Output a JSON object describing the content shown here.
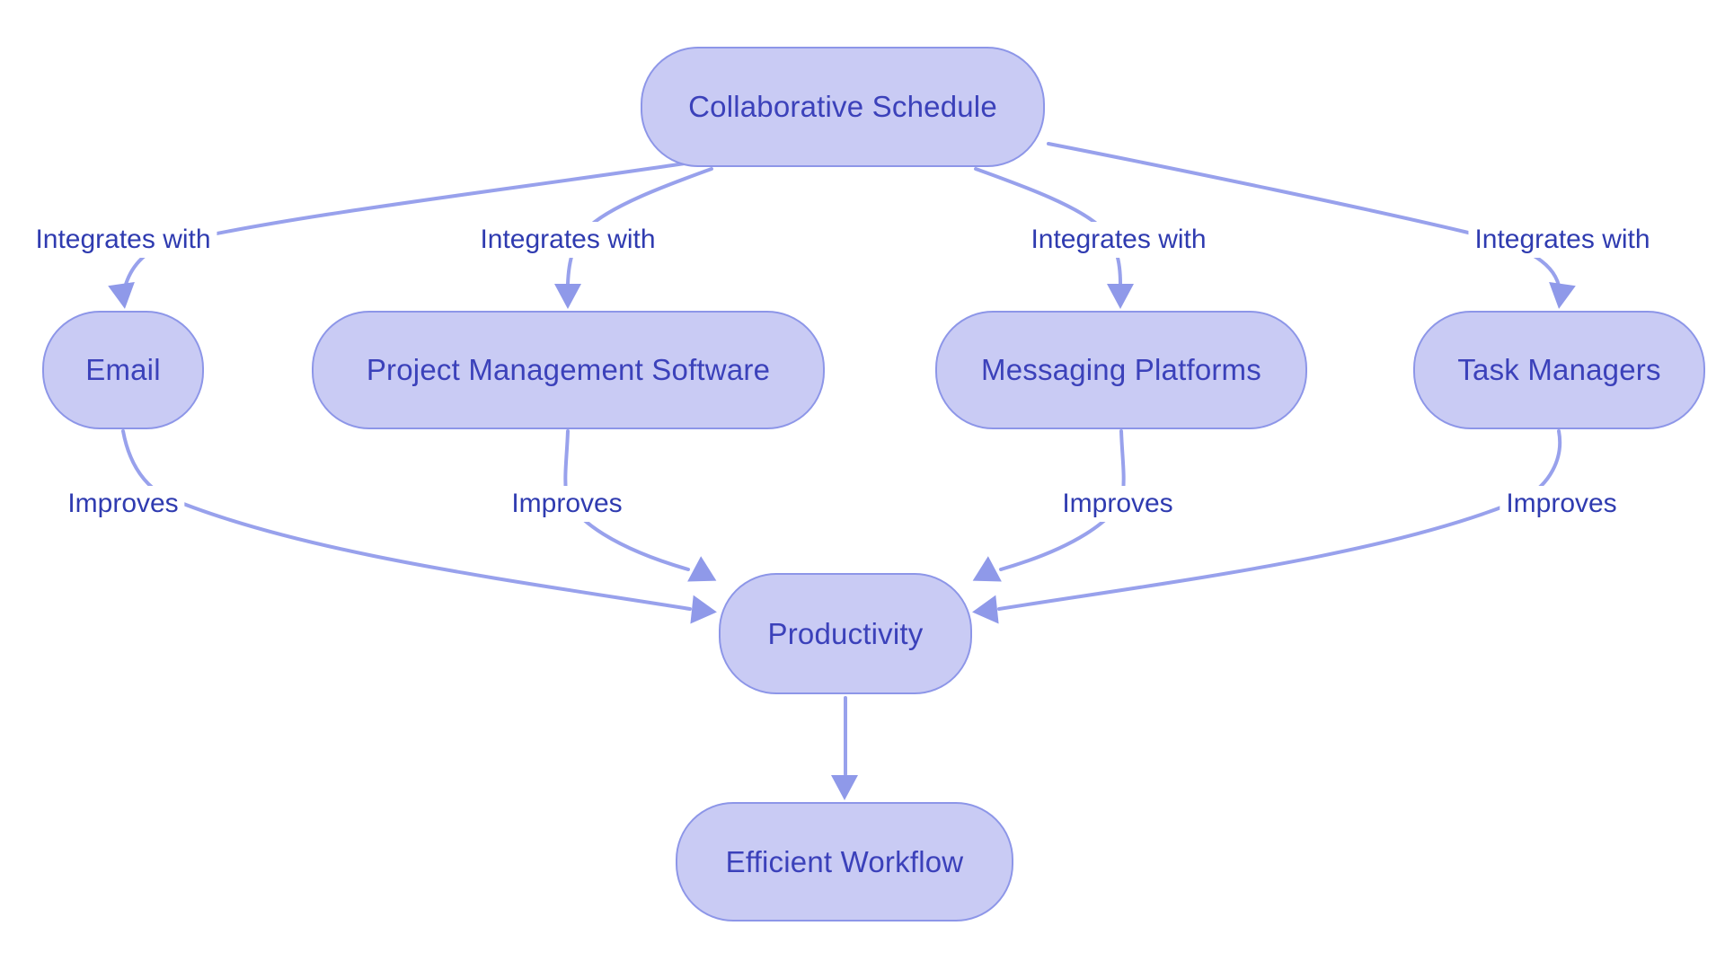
{
  "diagram": {
    "type": "flowchart",
    "background": "#ffffff",
    "colors": {
      "node_fill": "#c9cbf4",
      "node_border": "#8d96e8",
      "node_text": "#3b41ba",
      "edge_label_text": "#2f3bb0",
      "edge_line": "#98a1ec",
      "arrowhead": "#8f99e9"
    },
    "nodes": [
      {
        "id": "collaborative-schedule",
        "label": "Collaborative Schedule"
      },
      {
        "id": "email",
        "label": "Email"
      },
      {
        "id": "project-management-software",
        "label": "Project Management Software"
      },
      {
        "id": "messaging-platforms",
        "label": "Messaging Platforms"
      },
      {
        "id": "task-managers",
        "label": "Task Managers"
      },
      {
        "id": "productivity",
        "label": "Productivity"
      },
      {
        "id": "efficient-workflow",
        "label": "Efficient Workflow"
      }
    ],
    "edges": [
      {
        "from": "Collaborative Schedule",
        "to": "Email",
        "label": "Integrates with"
      },
      {
        "from": "Collaborative Schedule",
        "to": "Project Management Software",
        "label": "Integrates with"
      },
      {
        "from": "Collaborative Schedule",
        "to": "Messaging Platforms",
        "label": "Integrates with"
      },
      {
        "from": "Collaborative Schedule",
        "to": "Task Managers",
        "label": "Integrates with"
      },
      {
        "from": "Email",
        "to": "Productivity",
        "label": "Improves"
      },
      {
        "from": "Project Management Software",
        "to": "Productivity",
        "label": "Improves"
      },
      {
        "from": "Messaging Platforms",
        "to": "Productivity",
        "label": "Improves"
      },
      {
        "from": "Task Managers",
        "to": "Productivity",
        "label": "Improves"
      },
      {
        "from": "Productivity",
        "to": "Efficient Workflow",
        "label": ""
      }
    ]
  }
}
